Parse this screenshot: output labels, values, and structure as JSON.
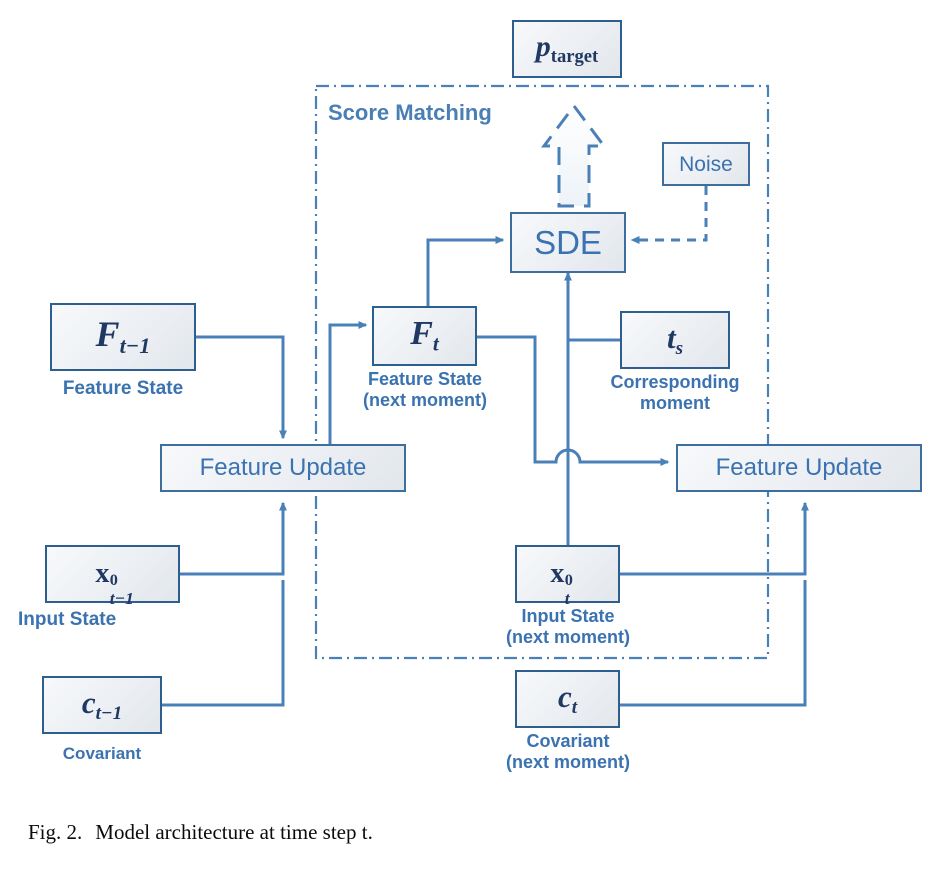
{
  "figure": {
    "caption_number": "Fig. 2.",
    "caption_text": "Model architecture at time step t.",
    "accent_color": "#3b72b0",
    "node_border_color": "#2e5e8e",
    "math_color": "#1f3864"
  },
  "region": {
    "title": "Score Matching",
    "border_style": "dash-dot",
    "border_color": "#3b72b0"
  },
  "nodes": {
    "p_target": {
      "label": "p",
      "sub": "target",
      "kind": "math-serif"
    },
    "noise": {
      "label": "Noise",
      "kind": "text"
    },
    "sde": {
      "label": "SDE",
      "kind": "text"
    },
    "feature_state_prev": {
      "label": "F",
      "sub": "t−1",
      "kind": "math-serif"
    },
    "feature_state_next": {
      "label": "F",
      "sub": "t",
      "kind": "math-serif"
    },
    "t_s": {
      "label": "t",
      "sub": "s",
      "kind": "math-serif"
    },
    "feature_update_left": {
      "label": "Feature Update",
      "kind": "text"
    },
    "feature_update_right": {
      "label": "Feature Update",
      "kind": "text"
    },
    "input_state_prev": {
      "label": "x",
      "sup": "0",
      "sub": "t−1",
      "kind": "math-serif"
    },
    "input_state_next": {
      "label": "x",
      "sup": "0",
      "sub": "t",
      "kind": "math-serif"
    },
    "covariant_prev": {
      "label": "c",
      "sub": "t−1",
      "kind": "math-serif"
    },
    "covariant_next": {
      "label": "c",
      "sub": "t",
      "kind": "math-serif"
    }
  },
  "labels": {
    "feature_state_prev": "Feature State",
    "feature_state_next_line1": "Feature State",
    "feature_state_next_line2": "(next moment)",
    "t_s_line1": "Corresponding",
    "t_s_line2": "moment",
    "input_state_prev": "Input State",
    "input_state_next_line1": "Input State",
    "input_state_next_line2": "(next moment)",
    "covariant_prev": "Covariant",
    "covariant_next_line1": "Covariant",
    "covariant_next_line2": "(next moment)"
  }
}
